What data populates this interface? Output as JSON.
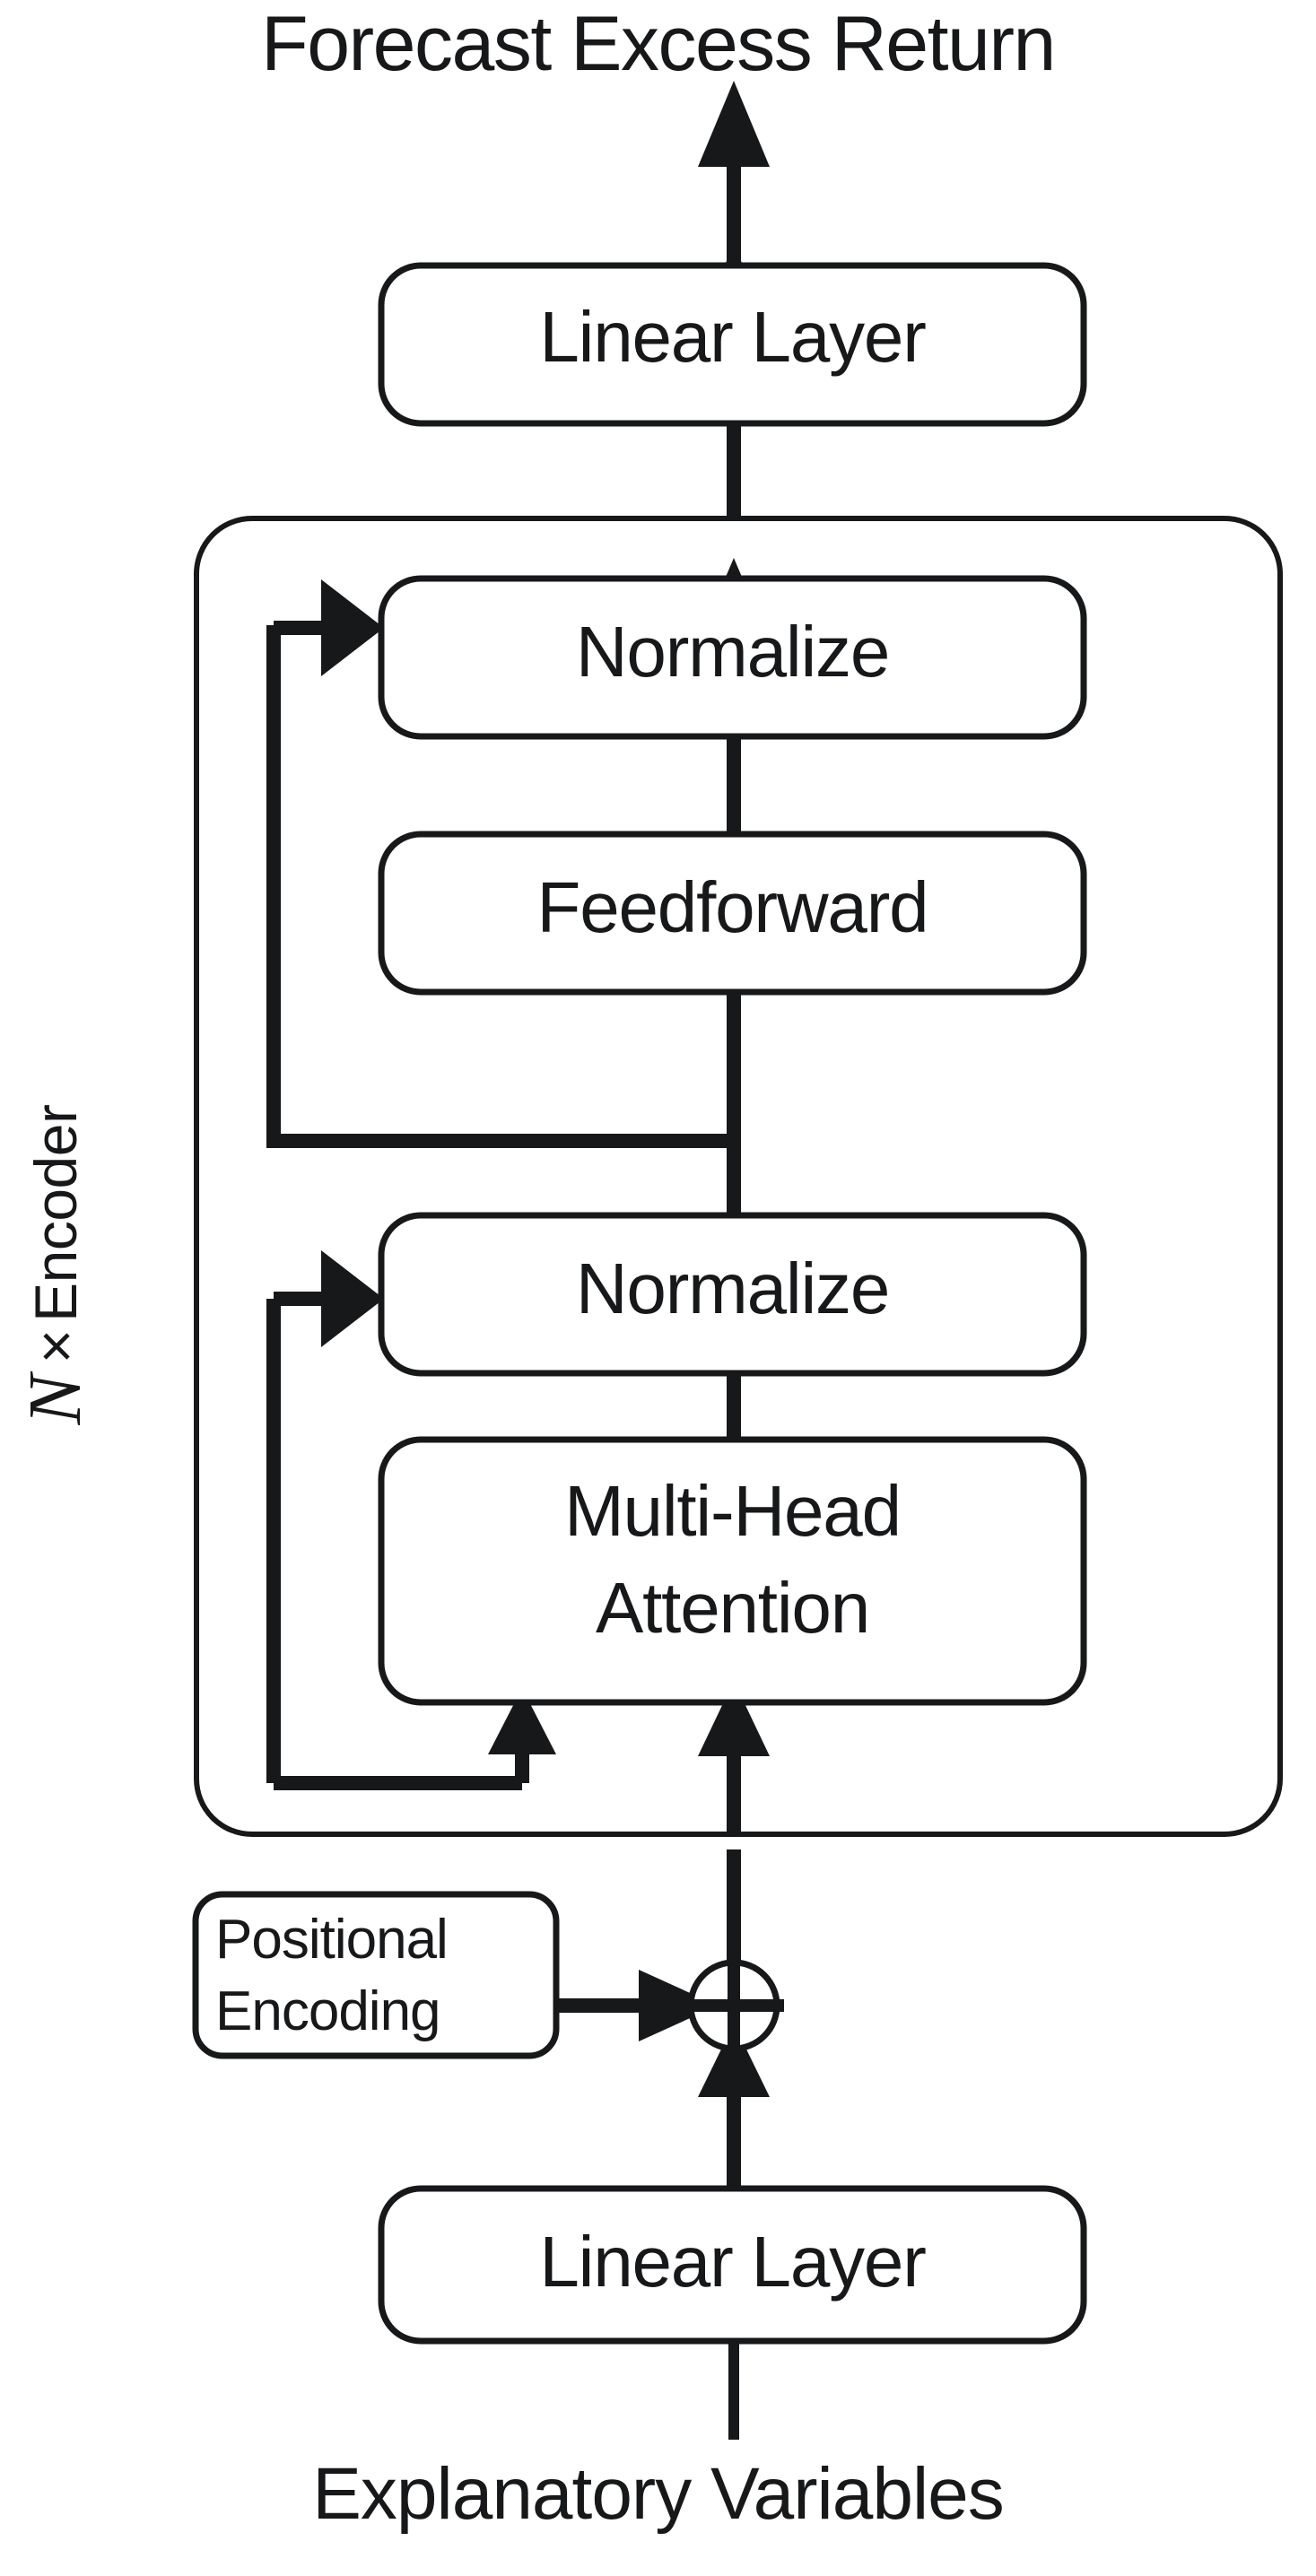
{
  "diagram": {
    "title": "Forecast Excess Return",
    "footer": "Explanatory Variables",
    "encoder_label": {
      "count_symbol": "N",
      "multiply_symbol": "×",
      "word": "Encoder"
    },
    "blocks": {
      "linear_top": "Linear Layer",
      "normalize_top": "Normalize",
      "feedforward": "Feedforward",
      "normalize_bottom": "Normalize",
      "multi_head_attention_line1": "Multi-Head",
      "multi_head_attention_line2": "Attention",
      "positional_encoding_line1": "Positional",
      "positional_encoding_line2": "Encoding",
      "linear_bottom": "Linear Layer"
    },
    "operators": {
      "add": "⊕"
    },
    "colors": {
      "stroke": "#17181a",
      "fill": "#ffffff",
      "background": "#ffffff"
    }
  }
}
